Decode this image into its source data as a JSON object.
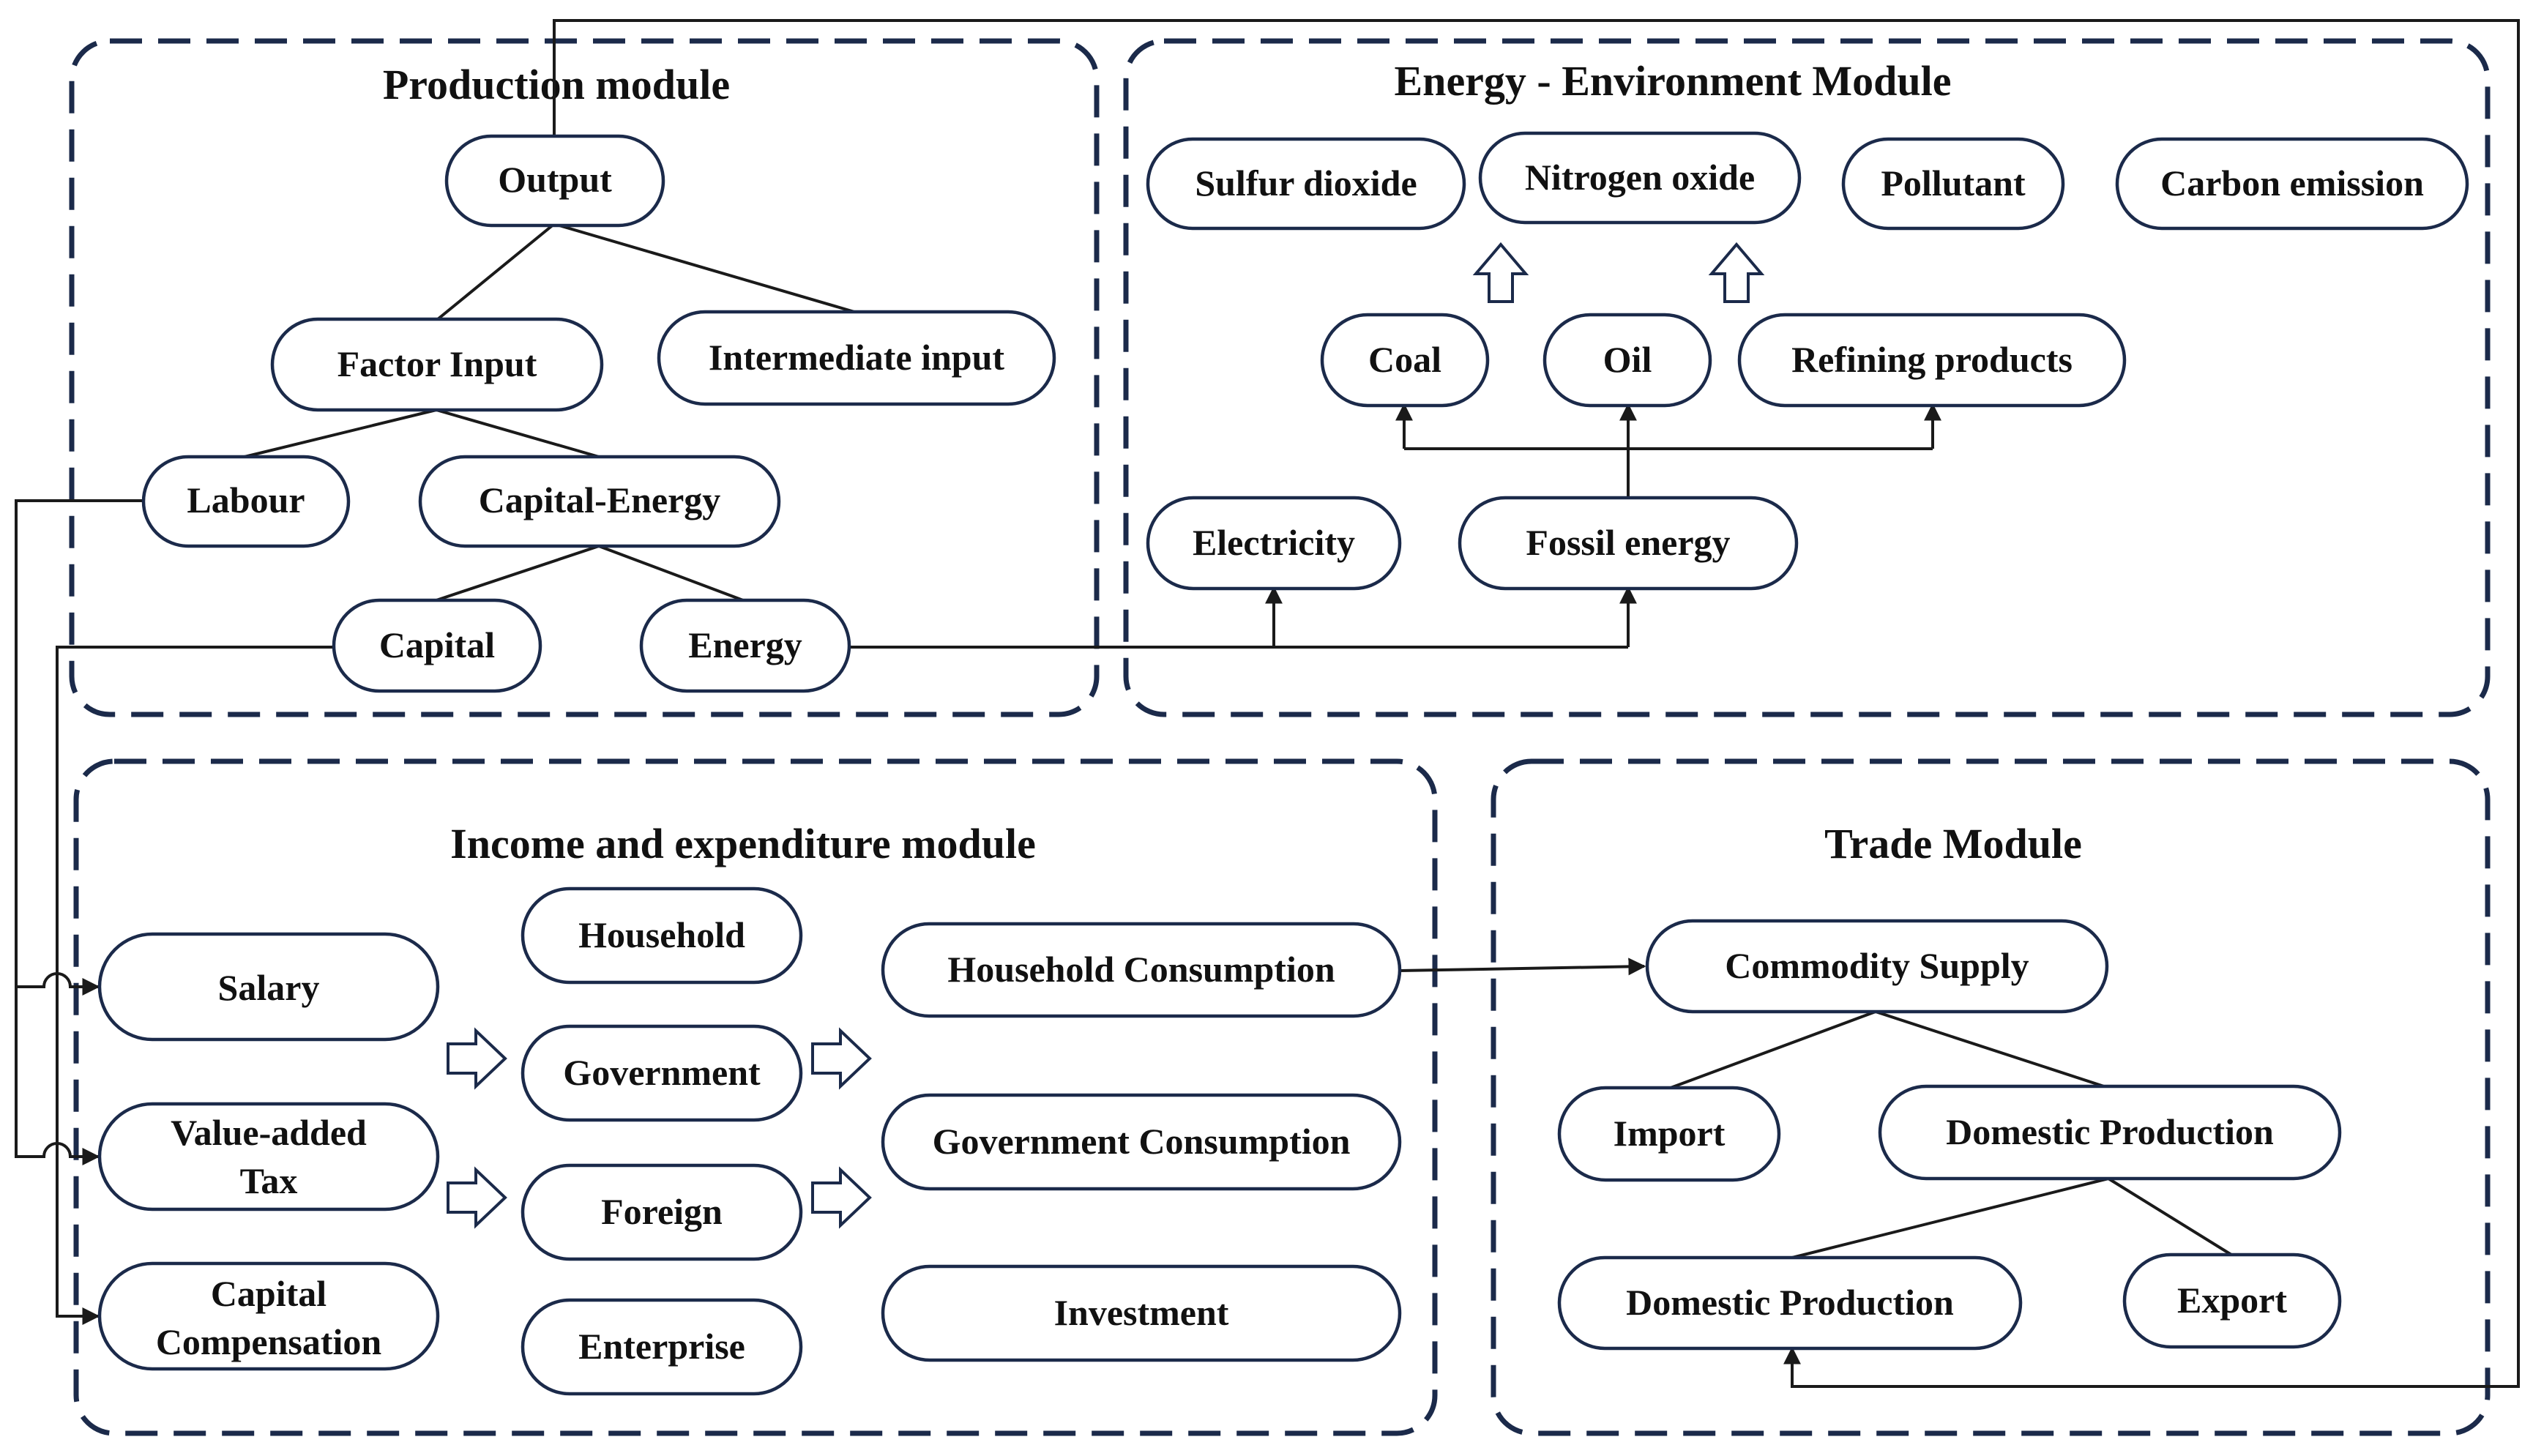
{
  "modules": {
    "production": {
      "title": "Production module",
      "nodes": {
        "output": "Output",
        "factor_input": "Factor Input",
        "intermediate_input": "Intermediate input",
        "labour": "Labour",
        "capital_energy": "Capital-Energy",
        "capital": "Capital",
        "energy": "Energy"
      }
    },
    "energy_environment": {
      "title": "Energy - Environment Module",
      "nodes": {
        "sulfur_dioxide": "Sulfur dioxide",
        "nitrogen_oxide": "Nitrogen oxide",
        "pollutant": "Pollutant",
        "carbon_emission": "Carbon emission",
        "coal": "Coal",
        "oil": "Oil",
        "refining_products": "Refining products",
        "electricity": "Electricity",
        "fossil_energy": "Fossil energy"
      }
    },
    "income_expenditure": {
      "title": "Income and expenditure module",
      "nodes": {
        "salary": "Salary",
        "value_added_tax_1": "Value-added",
        "value_added_tax_2": "Tax",
        "capital_compensation_1": "Capital",
        "capital_compensation_2": "Compensation",
        "household": "Household",
        "government": "Government",
        "foreign": "Foreign",
        "enterprise": "Enterprise",
        "household_consumption": "Household Consumption",
        "government_consumption": "Government Consumption",
        "investment": "Investment"
      }
    },
    "trade": {
      "title": "Trade Module",
      "nodes": {
        "commodity_supply": "Commodity Supply",
        "import": "Import",
        "domestic_production_upper": "Domestic Production",
        "domestic_production_lower": "Domestic Production",
        "export": "Export"
      }
    }
  },
  "colors": {
    "outline": "#1b2a4a",
    "connector": "#1a1a1a",
    "text": "#111111",
    "background": "#ffffff"
  }
}
